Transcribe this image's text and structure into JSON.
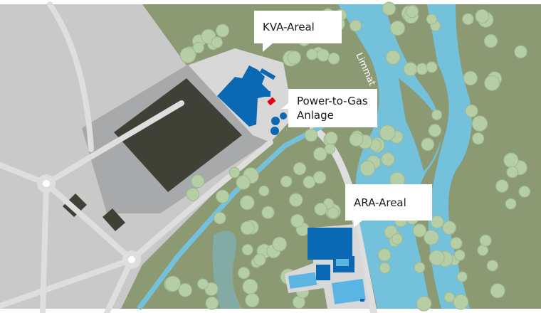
{
  "labels": {
    "kva": "KVA-Areal",
    "power_to_gas": [
      "Power-to-Gas",
      "Anlage"
    ],
    "ara": "ARA-Areal",
    "river": "Limmat"
  },
  "colors": {
    "land": "#8c9a73",
    "urban": "#c9c9c9",
    "urban_dark": "#a8a9aa",
    "building_dark": "#3f4036",
    "road": "#dedede",
    "water": "#74c1dc",
    "facility": "#0b69b3",
    "facility_light": "#5bb5e3",
    "power_to_gas": "#e3001b",
    "tree": "#b6cea6"
  }
}
